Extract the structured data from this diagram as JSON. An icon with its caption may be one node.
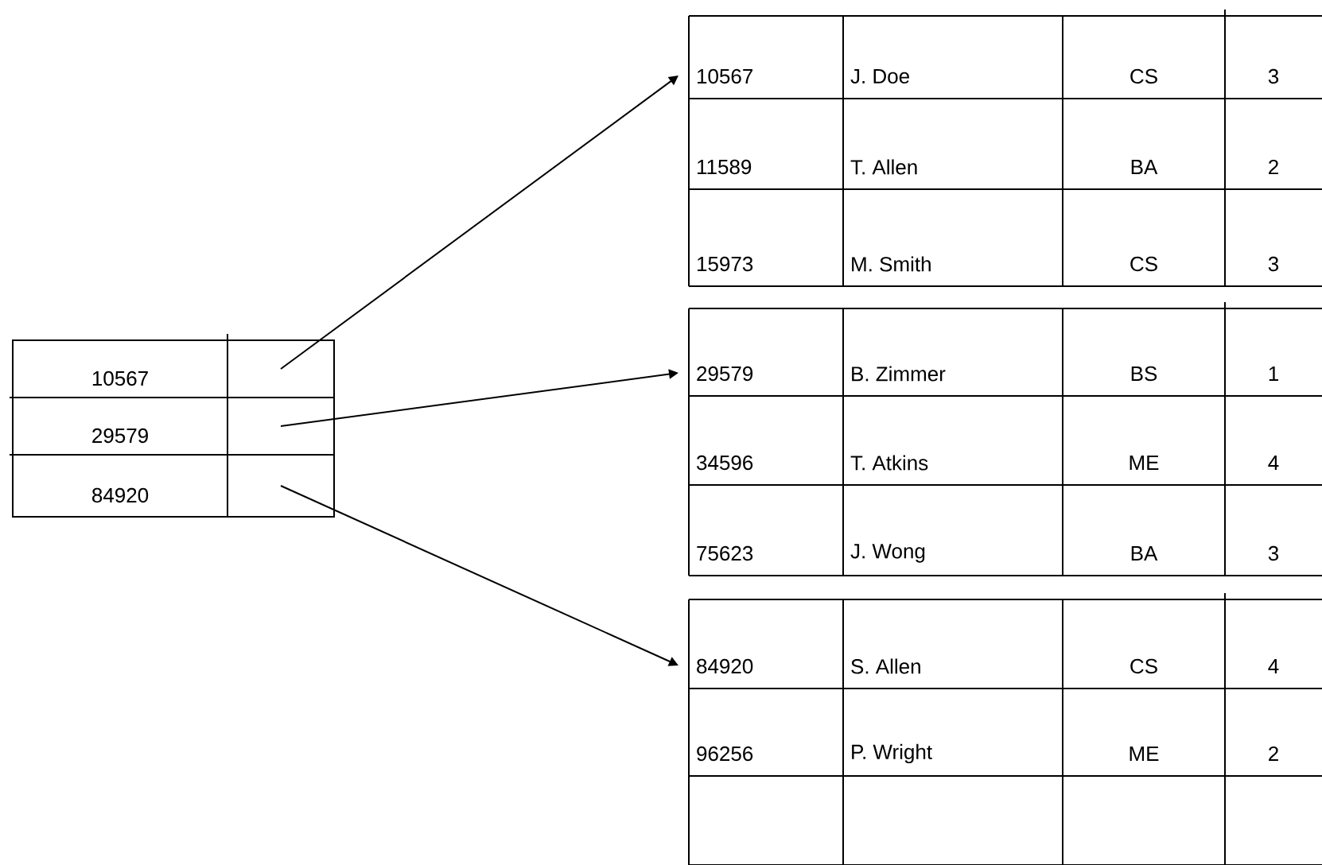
{
  "diagram": {
    "nodes": [
      {
        "text": [
          "10567",
          "29579",
          "84920"
        ]
      },
      {
        "text": [],
        "shape": "box",
        "in": 0
      },
      {
        "text": [],
        "shape": "box",
        "in": 0
      },
      {
        "text": [],
        "shape": "box",
        "in": 0
      },
      {
        "text": [
          "10567",
          "J. Doe",
          "CS",
          "3",
          "11589",
          "T. Allen",
          "BA",
          "2",
          "15973",
          "M. Smith",
          "CS",
          "3"
        ]
      },
      {
        "text": [
          "29579",
          "B. Zimmer",
          "BS",
          "1",
          "34596",
          "T. Atkins",
          "ME",
          "4",
          "75623",
          "J. Wong",
          "BA",
          "3"
        ]
      },
      {
        "text": [
          "84920",
          "S. Allen",
          "CS",
          "4",
          "96256",
          "P. Wright",
          "ME",
          "2"
        ]
      }
    ],
    "edges": [
      {
        "from": 1,
        "to": 4,
        "arrow": "to"
      },
      {
        "from": 2,
        "to": 5,
        "arrow": "to"
      },
      {
        "from": 3,
        "to": 6,
        "arrow": "to"
      }
    ]
  }
}
